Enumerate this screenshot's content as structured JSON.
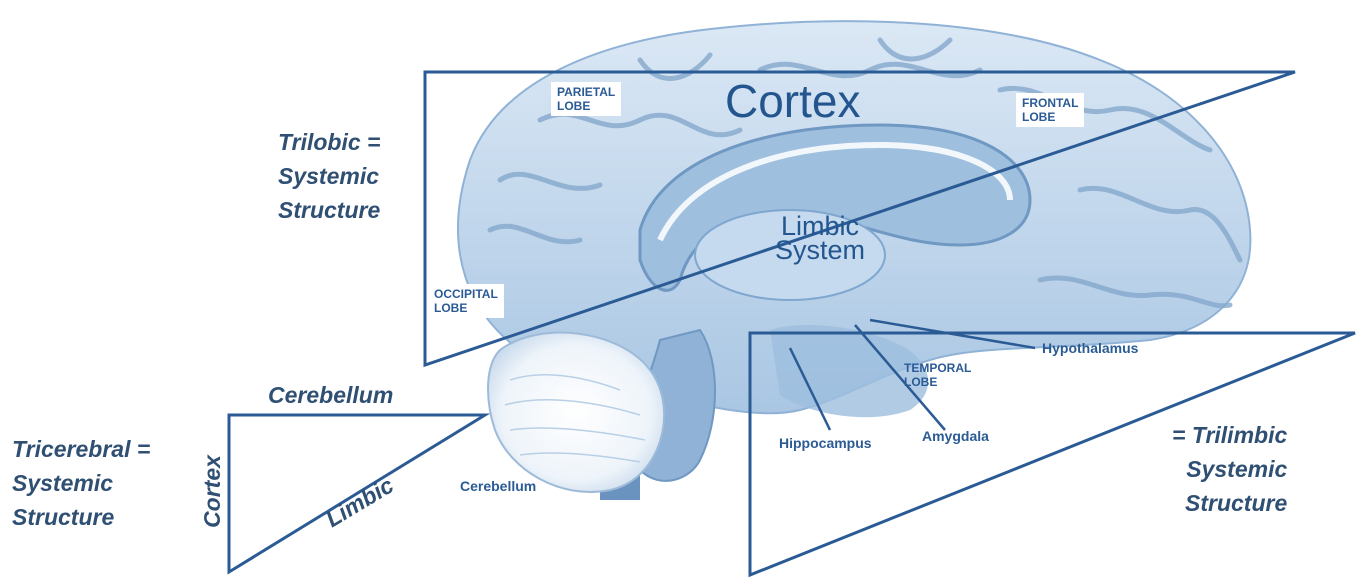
{
  "labels": {
    "cortex": "Cortex",
    "limbic_line1": "Limbic",
    "limbic_line2": "System",
    "parietal_line1": "PARIETAL",
    "parietal_line2": "LOBE",
    "frontal_line1": "FRONTAL",
    "frontal_line2": "LOBE",
    "occipital_line1": "OCCIPITAL",
    "occipital_line2": "LOBE",
    "temporal_line1": "TEMPORAL",
    "temporal_line2": "LOBE",
    "hypothalamus": "Hypothalamus",
    "hippocampus": "Hippocampus",
    "amygdala": "Amygdala",
    "cerebellum_region": "Cerebellum"
  },
  "trilobic": {
    "line1": "Trilobic =",
    "line2": "Systemic",
    "line3": "Structure"
  },
  "tricerebral": {
    "line1": "Tricerebral =",
    "line2": "Systemic",
    "line3": "Structure",
    "side_top": "Cerebellum",
    "side_left": "Cortex",
    "side_hyp": "Limbic"
  },
  "trilimbic": {
    "line1": "=  Trilimbic",
    "line2": "Systemic",
    "line3": "Structure"
  },
  "colors": {
    "accent": "#2b5b95",
    "brain_fill": "#c9dcef",
    "brain_dark": "#7fa7cf",
    "text_dark": "#2f4f73"
  }
}
